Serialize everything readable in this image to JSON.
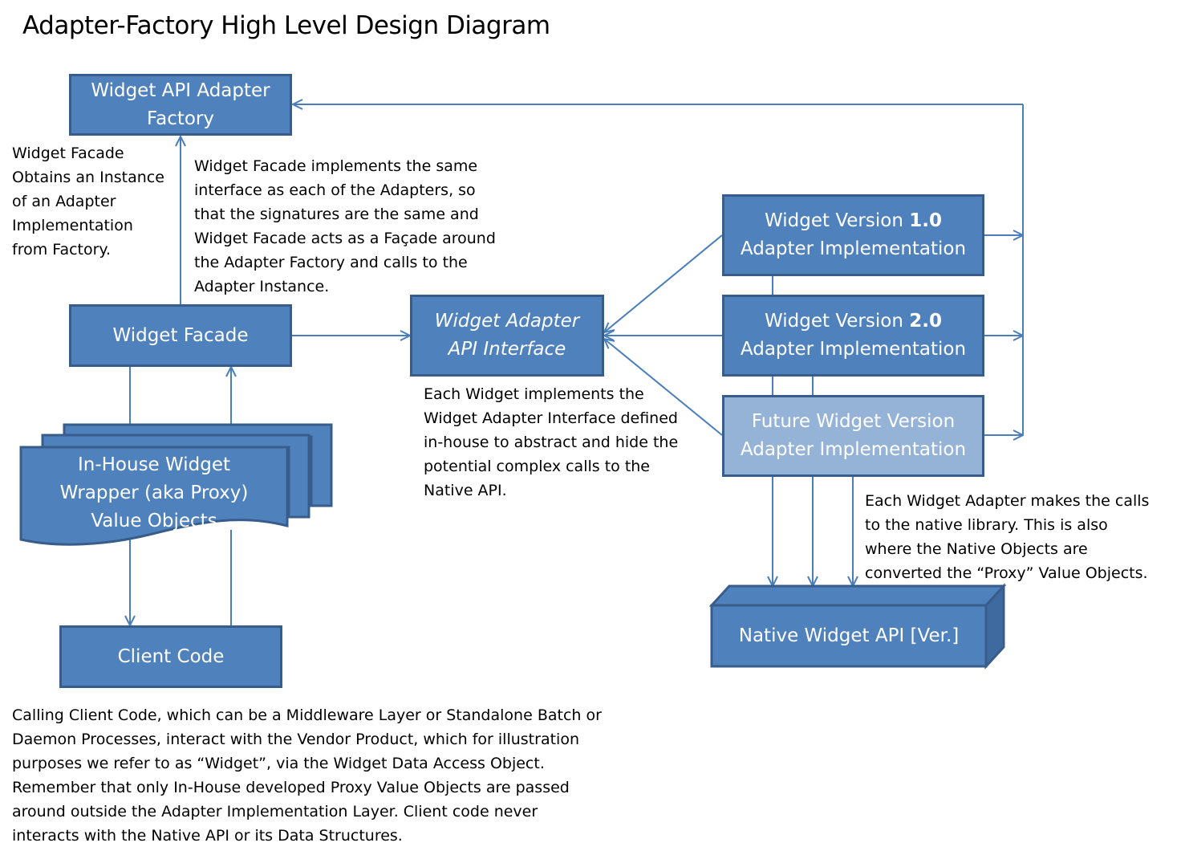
{
  "title": "Adapter-Factory High Level Design Diagram",
  "boxes": {
    "factory": {
      "line1": "Widget API Adapter",
      "line2": "Factory"
    },
    "facade": {
      "label": "Widget Facade"
    },
    "interface": {
      "line1": "Widget Adapter",
      "line2": "API Interface"
    },
    "v1": {
      "line1_prefix": "Widget Version ",
      "line1_version": "1.0",
      "line2": "Adapter Implementation"
    },
    "v2": {
      "line1_prefix": "Widget Version ",
      "line1_version": "2.0",
      "line2": "Adapter Implementation"
    },
    "future": {
      "line1": "Future Widget Version",
      "line2": "Adapter Implementation"
    },
    "wrapper": {
      "line1": "In-House Widget",
      "line2": "Wrapper (aka Proxy)",
      "line3": "Value Objects"
    },
    "client": {
      "label": "Client Code"
    },
    "native": {
      "label": "Native Widget API [Ver.]"
    }
  },
  "notes": {
    "facade_obtains": "Widget Facade\nObtains an Instance\nof an Adapter\nImplementation\nfrom Factory.",
    "facade_implements": "Widget Facade implements the same\ninterface as each of the Adapters, so\nthat the signatures are the same and\nWidget Facade acts as a Façade around\nthe Adapter Factory and calls to the\nAdapter Instance.",
    "each_widget": "Each Widget implements the\nWidget Adapter Interface defined\nin-house to abstract and hide the\npotential complex calls to the\nNative API.",
    "each_adapter": "Each Widget Adapter makes the calls\nto the native library. This is also\nwhere the Native Objects are\nconverted the “Proxy” Value Objects.",
    "calling_client": "Calling Client Code, which can be a Middleware Layer or Standalone Batch or\nDaemon Processes, interact with the Vendor Product, which for illustration\npurposes we refer to as “Widget”, via the Widget Data Access Object.\nRemember that only In-House developed Proxy Value Objects are passed\naround outside the Adapter Implementation Layer. Client code never\ninteracts with the Native API or its Data Structures."
  },
  "colors": {
    "box_fill": "#4f81bd",
    "box_border": "#385d8a",
    "future_fill": "#95b3d7",
    "connector": "#4a7ebb"
  }
}
